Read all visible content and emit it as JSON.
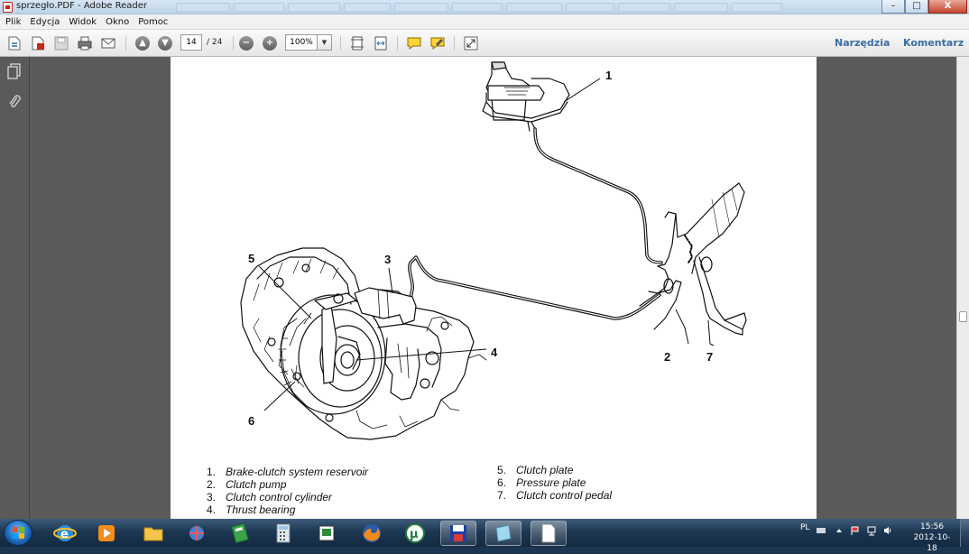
{
  "window": {
    "title": "sprzegło.PDF - Adobe Reader",
    "controls": {
      "minimize": "–",
      "maximize": "□",
      "close": "X"
    }
  },
  "menu": [
    "Plik",
    "Edycja",
    "Widok",
    "Okno",
    "Pomoc"
  ],
  "toolbar": {
    "page_current": "14",
    "page_total": "/ 24",
    "zoom": "100%",
    "tools_link": "Narzędzia",
    "comment_link": "Komentarz"
  },
  "figure": {
    "callouts": [
      "1",
      "2",
      "3",
      "4",
      "5",
      "6",
      "7"
    ],
    "captions_left": [
      {
        "num": "1.",
        "text": "Brake-clutch system reservoir"
      },
      {
        "num": "2.",
        "text": "Clutch pump"
      },
      {
        "num": "3.",
        "text": "Clutch control cylinder"
      },
      {
        "num": "4.",
        "text": "Thrust bearing"
      }
    ],
    "captions_right": [
      {
        "num": "5.",
        "text": "Clutch plate"
      },
      {
        "num": "6.",
        "text": "Pressure plate"
      },
      {
        "num": "7.",
        "text": "Clutch control pedal"
      }
    ]
  },
  "taskbar": {
    "language": "PL",
    "time": "15:56",
    "date": "2012-10-18"
  },
  "colors": {
    "link": "#3a6ea5",
    "workspace": "#5b5b5b",
    "taskbar": "#1d3752"
  }
}
